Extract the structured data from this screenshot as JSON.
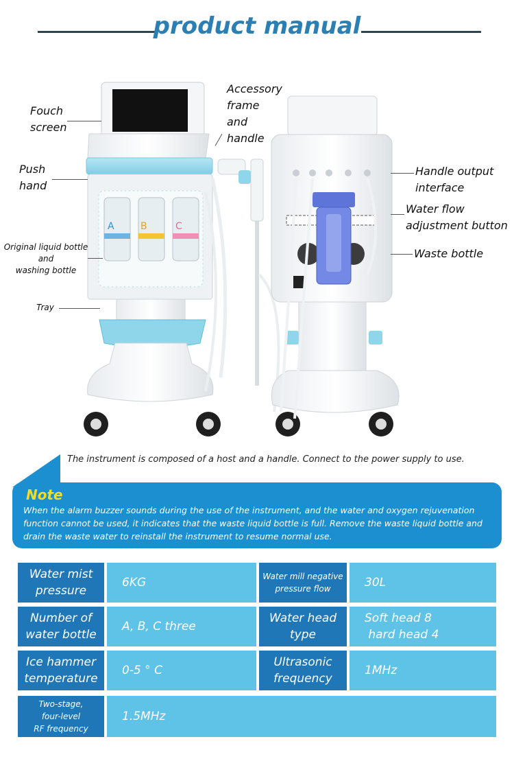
{
  "header": {
    "title": "product manual"
  },
  "callouts": {
    "touch_screen": "Fouch\nscreen",
    "push_hand": "Push\nhand",
    "liquid_bottle": "Original liquid bottle\nand\nwashing bottle",
    "tray": "Tray",
    "accessory": "Accessory\nframe\nand\nhandle",
    "handle_output": "Handle output\ninterface",
    "water_flow": "Water flow\nadjustment button",
    "waste_bottle": "Waste bottle"
  },
  "bottle_letters": [
    "A",
    "B",
    "C"
  ],
  "caption": "The instrument is composed of a host and a handle. Connect to the power supply to use.",
  "note": {
    "title": "Note",
    "text": "When the alarm buzzer sounds during the use of the instrument, and the water and oxygen rejuvenation function cannot be used, it indicates that the waste liquid bottle is full. Remove the waste liquid bottle and drain the waste water to reinstall the instrument to resume normal use."
  },
  "specs": [
    {
      "label": "Water mist\npressure",
      "value": "6KG",
      "label2": "Water mill negative\npressure flow",
      "value2": "30L"
    },
    {
      "label": "Number of\nwater bottle",
      "value": "A, B, C three",
      "label2": "Water head\ntype",
      "value2": "Soft head 8\n hard head 4"
    },
    {
      "label": "Ice hammer\ntemperature",
      "value": "0-5 ° C",
      "label2": "Ultrasonic\nfrequency",
      "value2": "1MHz"
    },
    {
      "label": "Two-stage,\nfour-level\nRF frequency",
      "value": "1.5MHz"
    }
  ],
  "colors": {
    "accent_blue": "#1c8fd0",
    "label_blue": "#1f77b8",
    "value_blue": "#5fc3e8",
    "note_yellow": "#f3dc24",
    "device_teal": "#8fd6ea"
  }
}
